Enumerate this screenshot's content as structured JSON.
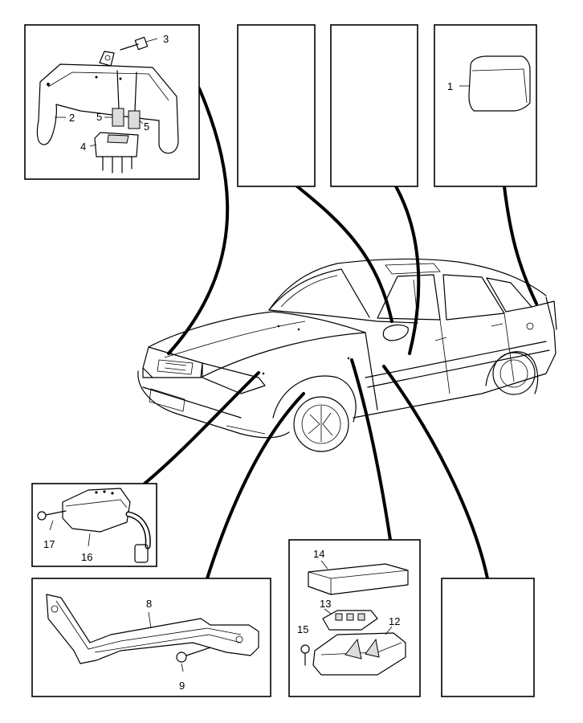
{
  "callouts": {
    "c1": "1",
    "c2": "2",
    "c3": "3",
    "c4": "4",
    "c5a": "5",
    "c5b": "5",
    "c8": "8",
    "c9": "9",
    "c12": "12",
    "c13": "13",
    "c14": "14",
    "c15": "15",
    "c16": "16",
    "c17": "17"
  }
}
